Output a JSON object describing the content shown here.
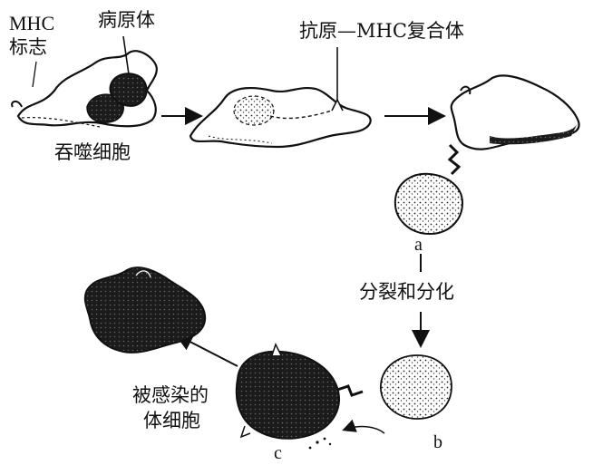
{
  "labels": {
    "mhc_marker_line1": "MHC",
    "mhc_marker_line2": "标志",
    "pathogen": "病原体",
    "antigen_mhc_complex": "抗原—MHC复合体",
    "phagocyte": "吞噬细胞",
    "cell_a": "a",
    "division_step": "分裂和分化",
    "cell_b": "b",
    "cell_c": "c",
    "infected_cell_line1": "被感染的",
    "infected_cell_line2": "体细胞"
  },
  "colors": {
    "ink": "#111111",
    "paper": "#ffffff",
    "cell_fill": "#f2f2f2",
    "dark_cell": "#1a1a1a"
  }
}
